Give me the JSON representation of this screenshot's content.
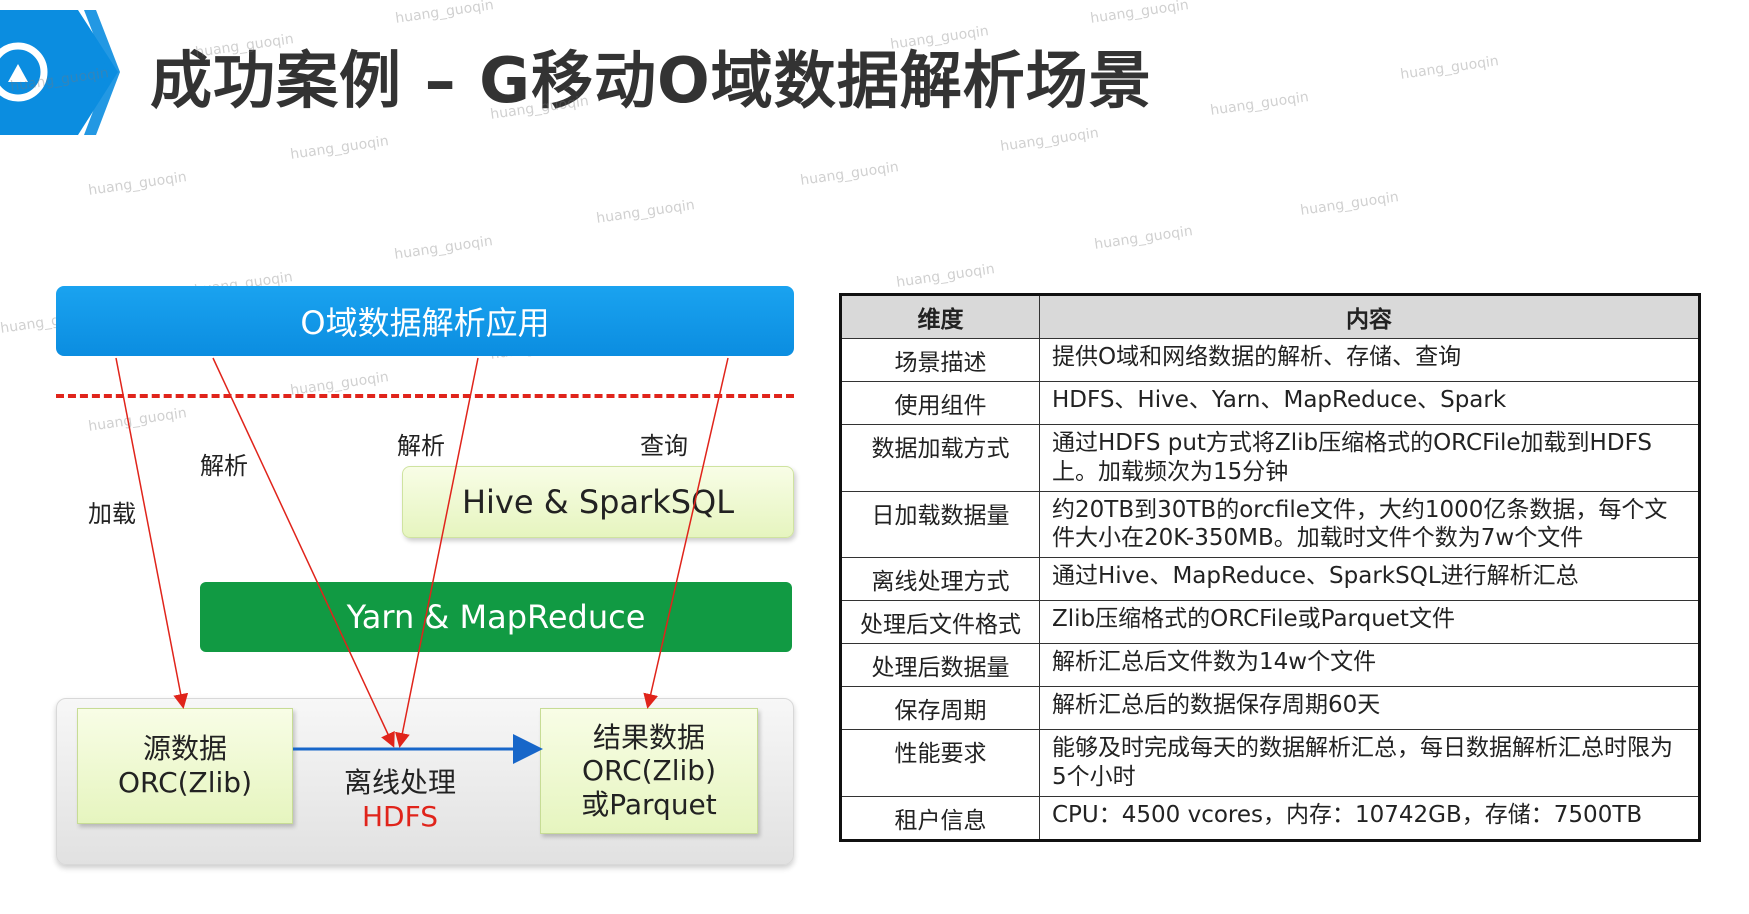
{
  "header": {
    "title": "成功案例 – G移动O域数据解析场景"
  },
  "watermark": "huang_guoqin",
  "diagram": {
    "app_layer": "O域数据解析应用",
    "query_engine": "Hive & SparkSQL",
    "compute_layer": "Yarn & MapReduce",
    "source_data": {
      "line1": "源数据",
      "line2": "ORC(Zlib)"
    },
    "offline": {
      "line1": "离线处理",
      "line2": "HDFS"
    },
    "result_data": {
      "line1": "结果数据",
      "line2": "ORC(Zlib)",
      "line3": "或Parquet"
    },
    "arrow_labels": {
      "load": "加载",
      "parse1": "解析",
      "parse2": "解析",
      "query": "查询"
    },
    "colors": {
      "app_blue": "#0b8de0",
      "green": "#119a43",
      "red_dash": "#e0241b",
      "light_green": "#e6f5bf"
    }
  },
  "table": {
    "headers": [
      "维度",
      "内容"
    ],
    "rows": [
      {
        "dim": "场景描述",
        "val": "提供O域和网络数据的解析、存储、查询"
      },
      {
        "dim": "使用组件",
        "val": "HDFS、Hive、Yarn、MapReduce、Spark"
      },
      {
        "dim": "数据加载方式",
        "val": "通过HDFS put方式将Zlib压缩格式的ORCFile加载到HDFS上。加载频次为15分钟"
      },
      {
        "dim": "日加载数据量",
        "val": "约20TB到30TB的orcfile文件，大约1000亿条数据，每个文件大小在20K-350MB。加载时文件个数为7w个文件"
      },
      {
        "dim": "离线处理方式",
        "val": "通过Hive、MapReduce、SparkSQL进行解析汇总"
      },
      {
        "dim": "处理后文件格式",
        "val": "Zlib压缩格式的ORCFile或Parquet文件"
      },
      {
        "dim": "处理后数据量",
        "val": "解析汇总后文件数为14w个文件"
      },
      {
        "dim": "保存周期",
        "val": "解析汇总后的数据保存周期60天"
      },
      {
        "dim": "性能要求",
        "val": "能够及时完成每天的数据解析汇总，每日数据解析汇总时限为5个小时"
      },
      {
        "dim": "租户信息",
        "val": "CPU：4500 vcores，内存：10742GB，存储：7500TB"
      }
    ]
  }
}
